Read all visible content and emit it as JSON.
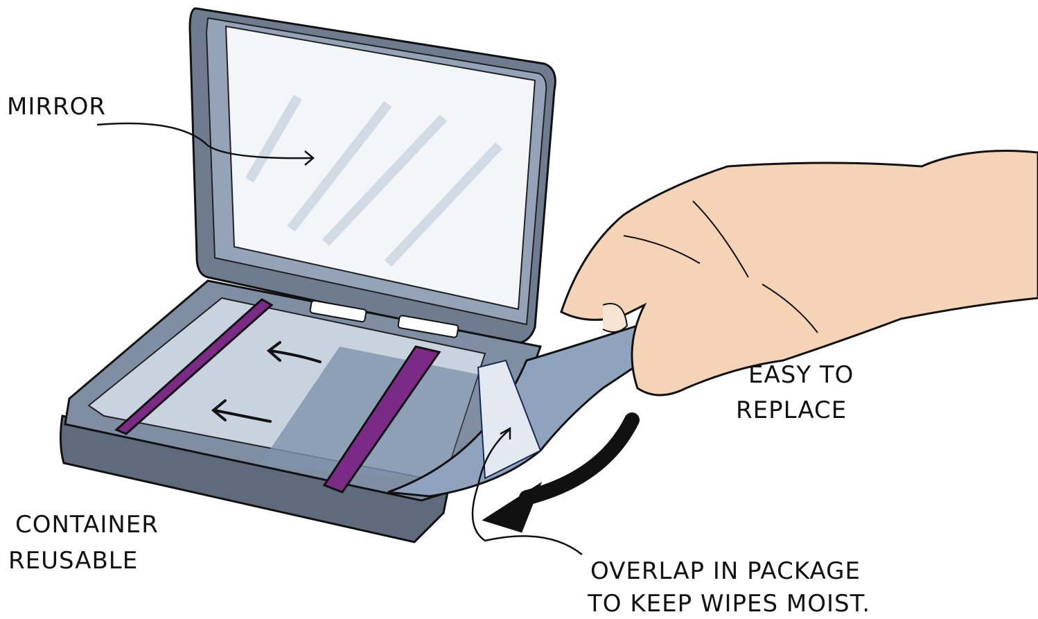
{
  "labels": {
    "mirror": "MIRROR",
    "easy_to_replace": [
      "EASY TO",
      "REPLACE"
    ],
    "container": [
      "CONTAINER",
      "REUSABLE"
    ],
    "overlap": [
      "OVERLAP IN PACKAGE",
      "TO KEEP WIPES MOIST."
    ]
  },
  "colors": {
    "ink": "#111111",
    "case_gray": "#7f8ea3",
    "tray_light": "#c9d3e0",
    "wipe_blue": "#8fa3bf",
    "strap_purple": "#7b2a85",
    "skin": "#f4d3b6"
  }
}
